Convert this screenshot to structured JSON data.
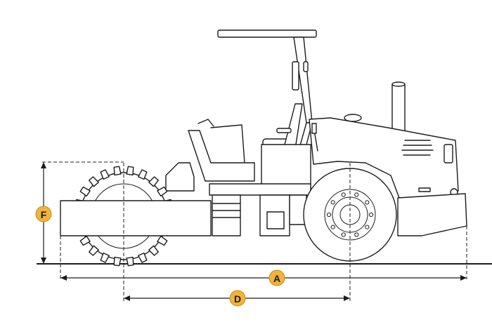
{
  "labels": {
    "overall_length": "A",
    "wheelbase": "D",
    "drum_height": "F"
  },
  "colors": {
    "badge_fill": "#f2b33a",
    "line": "#1c1c1c"
  },
  "icons": [
    "soil-compactor-illustration"
  ]
}
